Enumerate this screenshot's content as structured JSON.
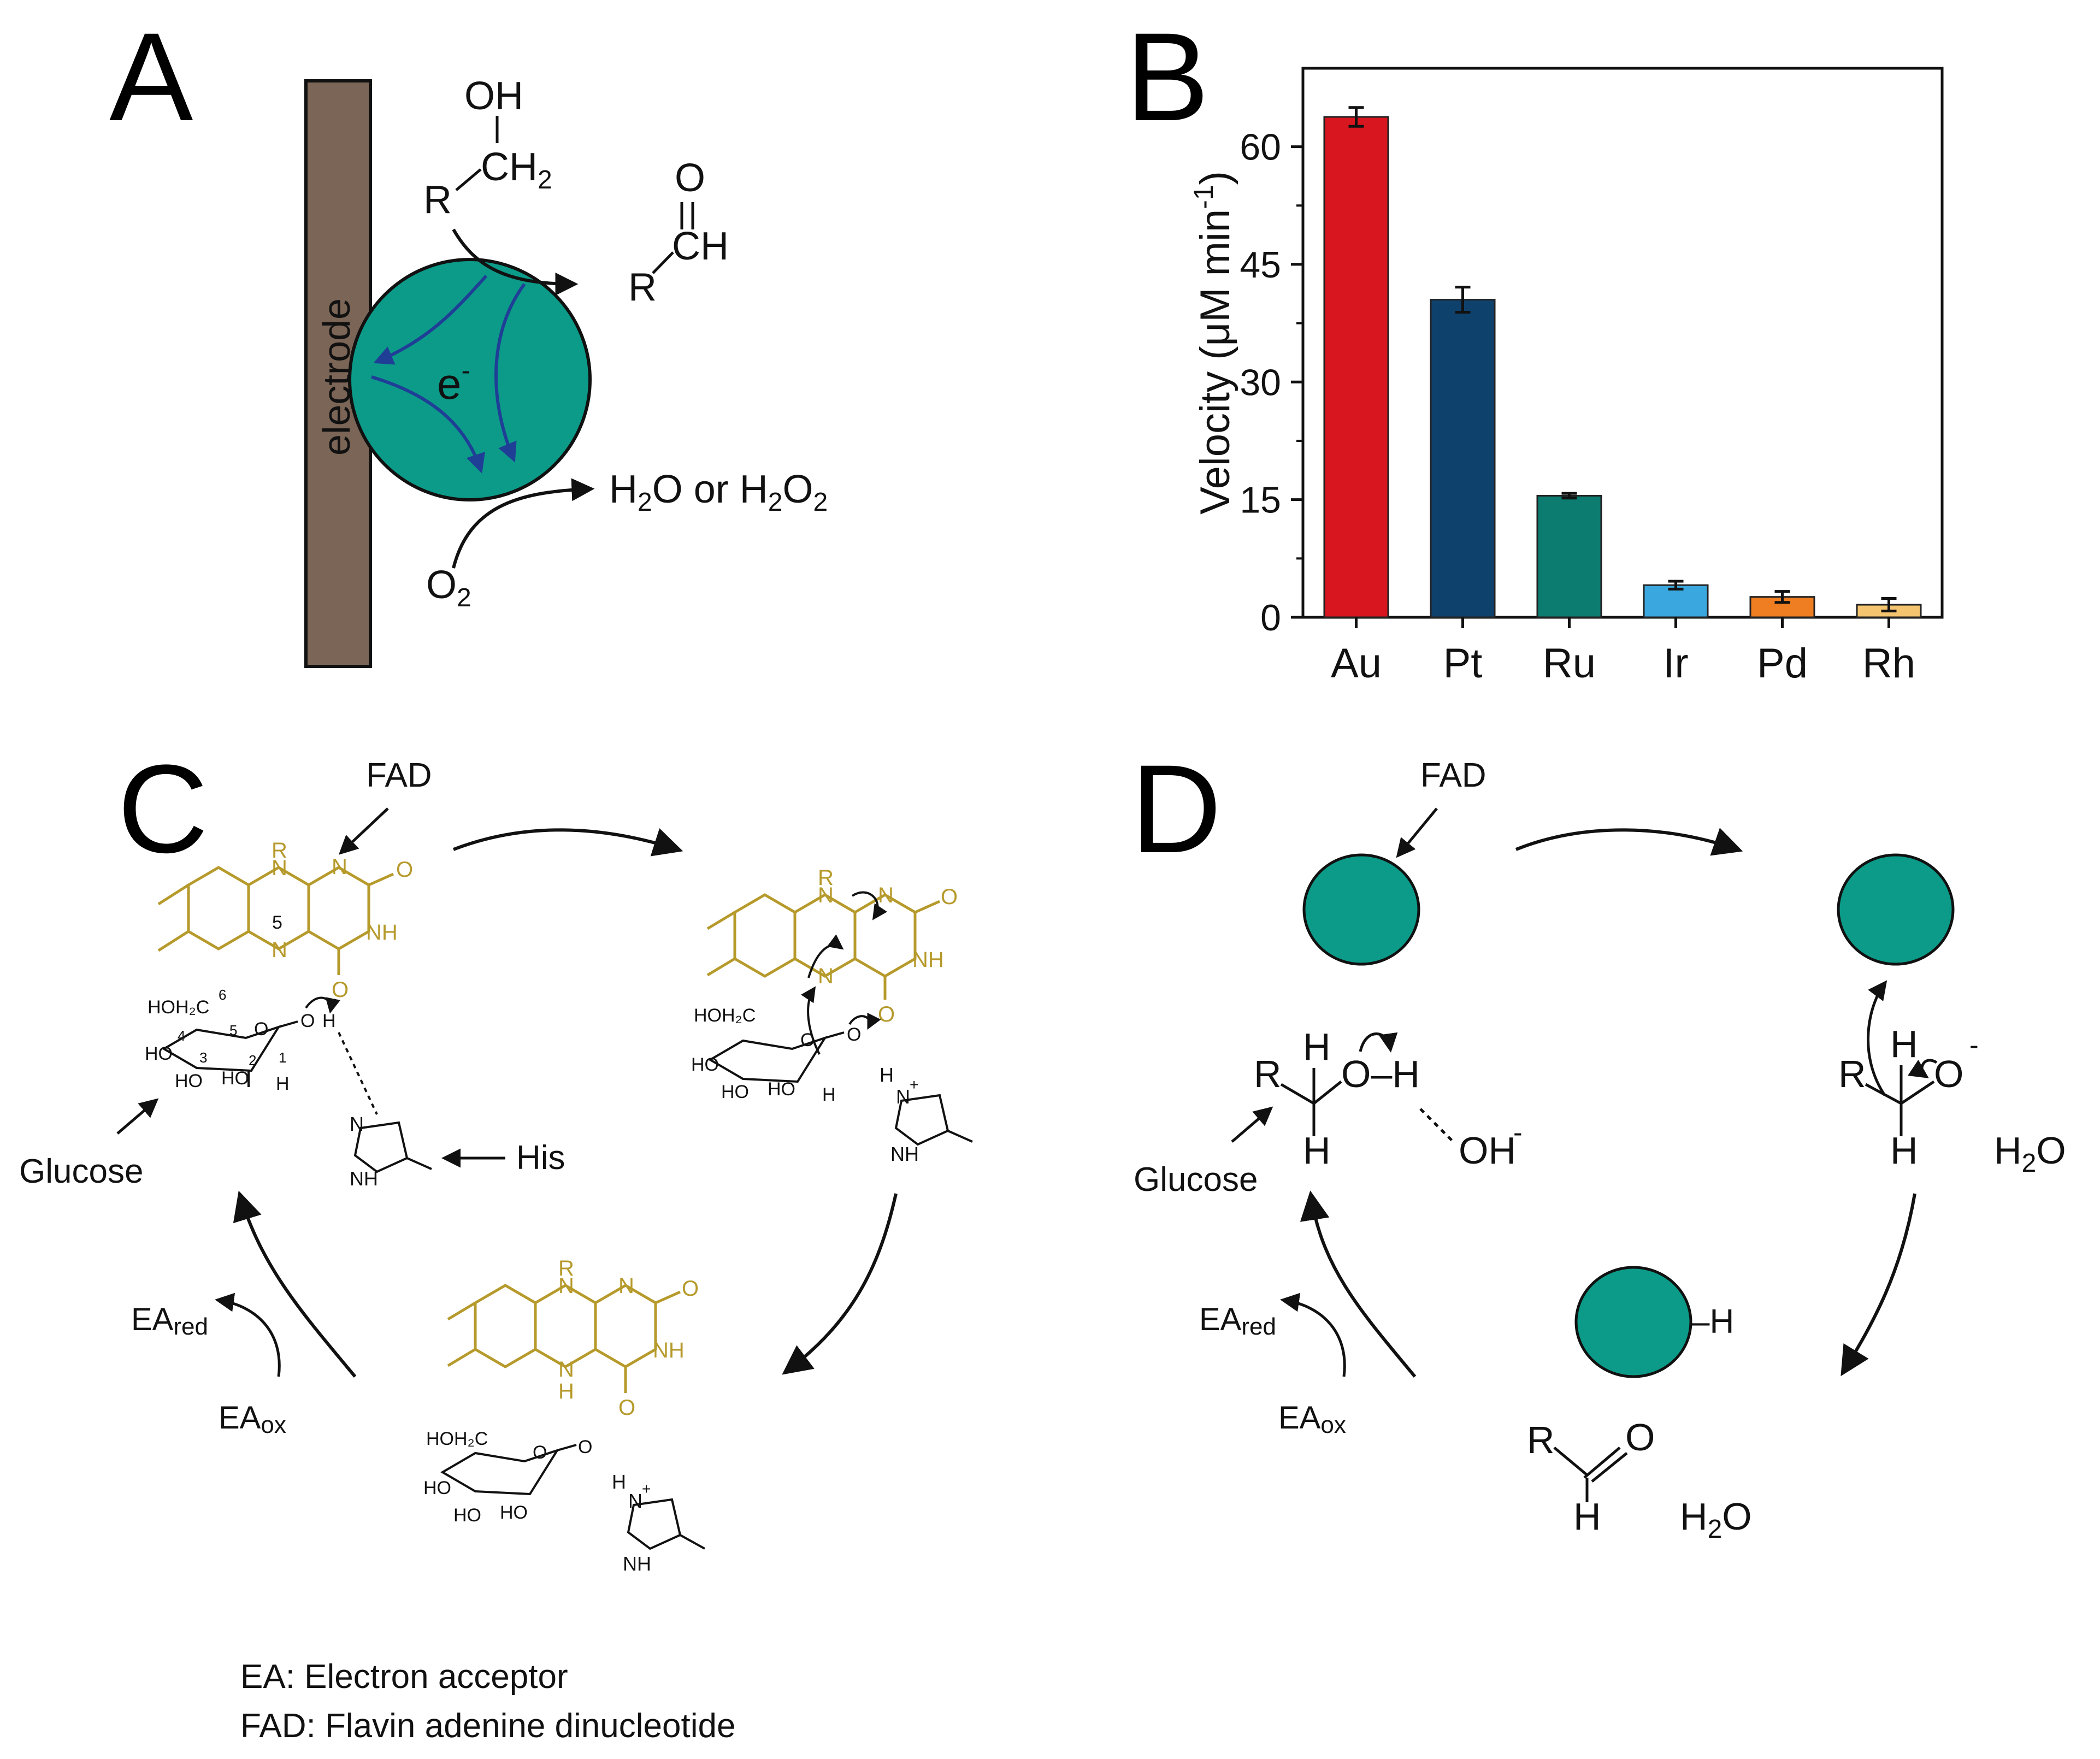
{
  "panels": {
    "a": {
      "letter": "A"
    },
    "b": {
      "letter": "B"
    },
    "c": {
      "letter": "C"
    },
    "d": {
      "letter": "D"
    }
  },
  "panel_a": {
    "electrode_label": "electrode",
    "substrate_top": "OH",
    "substrate_ch": "CH",
    "substrate_sub": "2",
    "substrate_r": "R",
    "product_o": "O",
    "product_ch": "CH",
    "product_r": "R",
    "electron": "e",
    "electron_sup": "-",
    "oxygen": "O",
    "oxygen_sub": "2",
    "water_h": "H",
    "water_rest": "O or H",
    "water_rest2": "O",
    "sub2": "2"
  },
  "chart_data": {
    "type": "bar",
    "categories": [
      "Au",
      "Pt",
      "Ru",
      "Ir",
      "Pd",
      "Rh"
    ],
    "values": [
      63.8,
      40.5,
      15.5,
      4.1,
      2.6,
      1.6
    ],
    "errors": [
      1.2,
      1.6,
      0.3,
      0.5,
      0.7,
      0.8
    ],
    "colors": [
      "#d7161f",
      "#0f416d",
      "#0c7b70",
      "#3aa8de",
      "#ef7e22",
      "#f4c46f"
    ],
    "ylabel_prefix": "Velocity (μM min",
    "ylabel_sup": "-1",
    "ylabel_suffix": ")",
    "yticks": [
      0,
      15,
      30,
      45,
      60
    ],
    "ylim": [
      0,
      70
    ],
    "grid": false
  },
  "panel_c": {
    "fad_label": "FAD",
    "his_label": "His",
    "glucose_label": "Glucose",
    "ea_red": "EA",
    "ea_red_sub": "red",
    "ea_ox": "EA",
    "ea_ox_sub": "ox",
    "flavin": {
      "r": "R",
      "n": "N",
      "nh": "NH",
      "o": "O",
      "five": "5",
      "h": "H"
    },
    "sugar": {
      "hoh2c": "HOH₂C",
      "ho": "HO",
      "o": "O",
      "h": "H",
      "num1": "1",
      "num2": "2",
      "num3": "3",
      "num4": "4",
      "num5": "5",
      "num6": "6"
    },
    "imidazole": {
      "n": "N",
      "nh": "NH",
      "h": "H",
      "plus": "+"
    }
  },
  "panel_d": {
    "fad_label": "FAD",
    "glucose_label": "Glucose",
    "r": "R",
    "h": "H",
    "oh": "O–H",
    "o": "O",
    "minus": "-",
    "hydroxide": "OH",
    "water": "H",
    "water_rest": "O",
    "sub2": "2",
    "ea_red": "EA",
    "ea_red_sub": "red",
    "ea_ox": "EA",
    "ea_ox_sub": "ox",
    "np_h": "–H"
  },
  "footnotes": {
    "line1": "EA: Electron acceptor",
    "line2": "FAD: Flavin adenine dinucleotide"
  },
  "colors": {
    "nanozyme": "#0c9b89",
    "electrode": "#7b6556",
    "flavin": "#b69a2b",
    "arrow_blue": "#1f3e96",
    "ink": "#111111"
  }
}
